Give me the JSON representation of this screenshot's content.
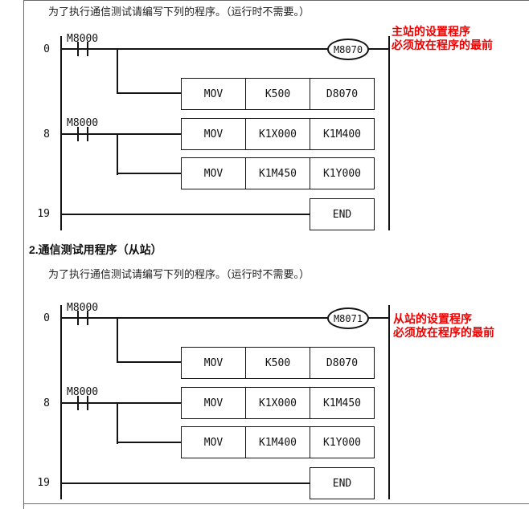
{
  "page": {
    "intro_master": "为了执行通信测试请编写下列的程序。（运行时不需要。）",
    "section_heading": "2.通信测试用程序（从站）",
    "intro_slave": "为了执行通信测试请编写下列的程序。（运行时不需要。）"
  },
  "colors": {
    "annotation_red": "#f00000",
    "wire_black": "#141414"
  },
  "master": {
    "annotation_line1": "主站的设置程序",
    "annotation_line2": "必须放在程序的最前",
    "rung0": {
      "step": "0",
      "contact": "M8000",
      "coil": "M8070"
    },
    "mov1": {
      "op": "MOV",
      "src": "K500",
      "dst": "D8070"
    },
    "rung8": {
      "step": "8",
      "contact": "M8000"
    },
    "mov2": {
      "op": "MOV",
      "src": "K1X000",
      "dst": "K1M400"
    },
    "mov3": {
      "op": "MOV",
      "src": "K1M450",
      "dst": "K1Y000"
    },
    "rung19": {
      "step": "19",
      "end": "END"
    }
  },
  "slave": {
    "annotation_line1": "从站的设置程序",
    "annotation_line2": "必须放在程序的最前",
    "rung0": {
      "step": "0",
      "contact": "M8000",
      "coil": "M8071"
    },
    "mov1": {
      "op": "MOV",
      "src": "K500",
      "dst": "D8070"
    },
    "rung8": {
      "step": "8",
      "contact": "M8000"
    },
    "mov2": {
      "op": "MOV",
      "src": "K1X000",
      "dst": "K1M450"
    },
    "mov3": {
      "op": "MOV",
      "src": "K1M400",
      "dst": "K1Y000"
    },
    "rung19": {
      "step": "19",
      "end": "END"
    }
  }
}
